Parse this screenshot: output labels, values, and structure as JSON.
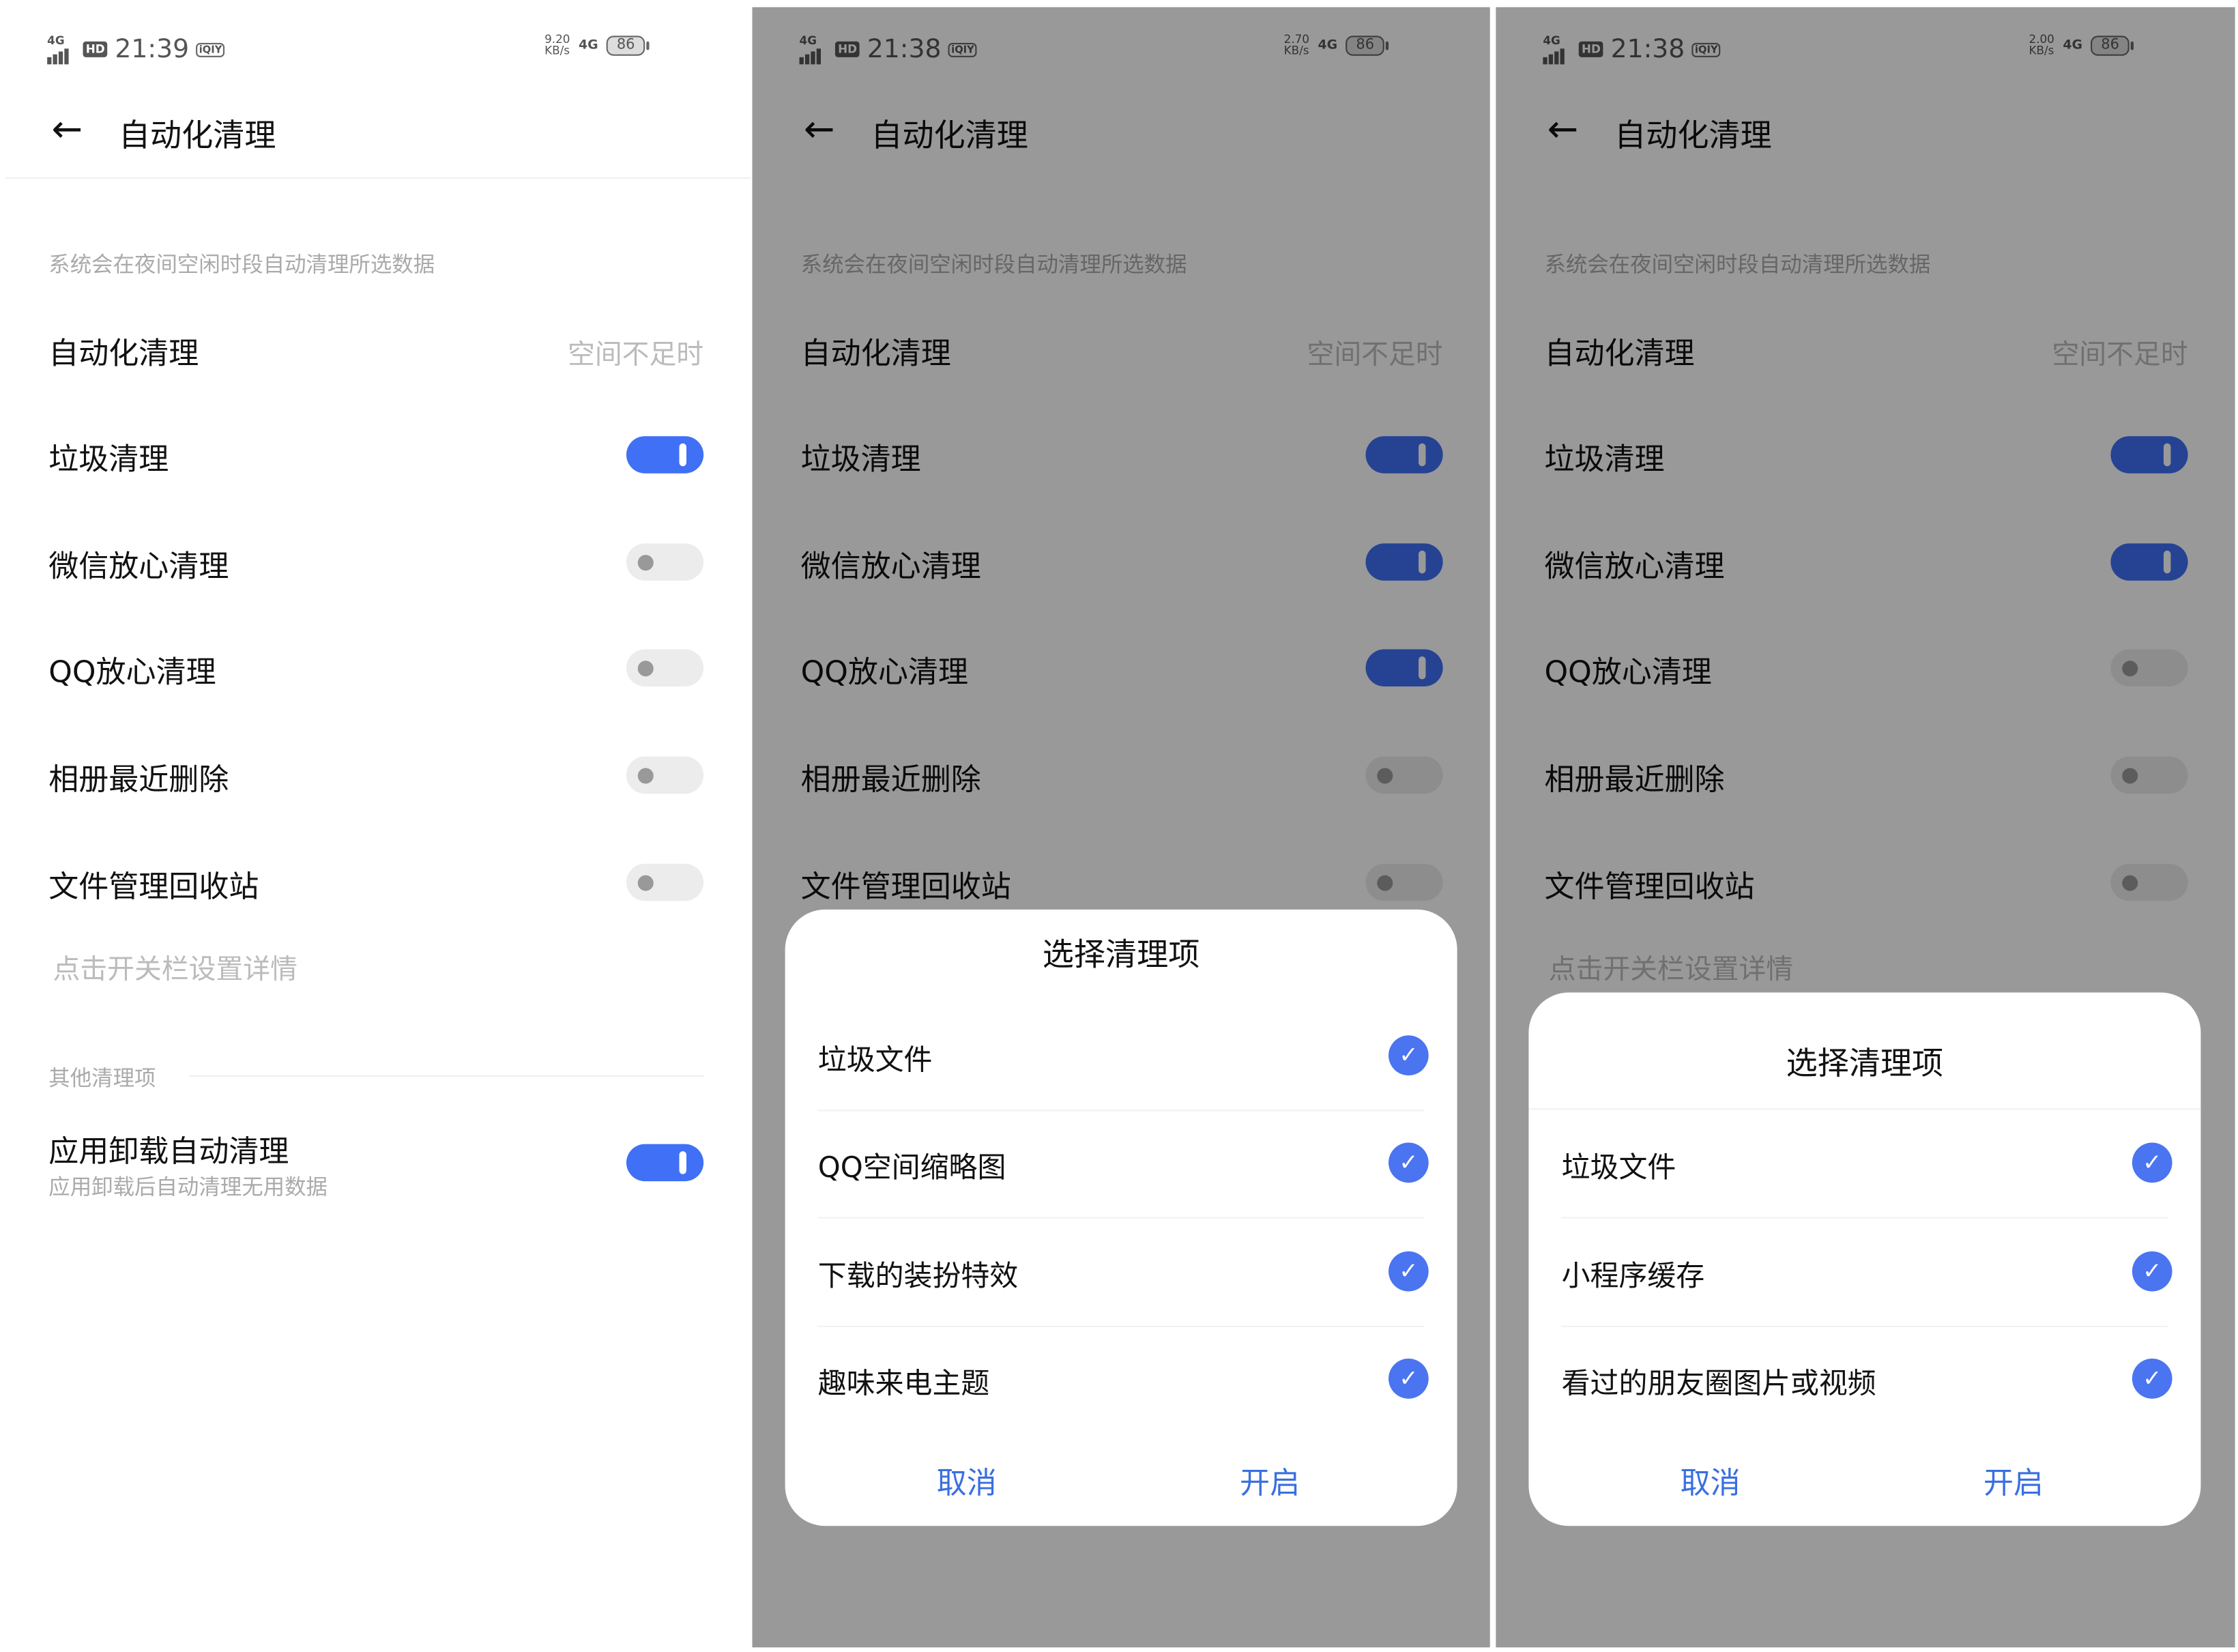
{
  "colors": {
    "accent": "#4070f5",
    "check": "#4a74f0",
    "button_text": "#3a6fe0",
    "dim_overlay": "rgba(0,0,0,0.4)"
  },
  "panels": [
    {
      "status": {
        "network": "4G",
        "hd": "HD",
        "time": "21:39",
        "app_icon": "iQIY",
        "speed_value": "9.20",
        "speed_unit": "KB/s",
        "net_type": "4G",
        "battery": "86"
      },
      "header": {
        "back_icon": "arrow-left-icon",
        "title": "自动化清理"
      },
      "description": "系统会在夜间空闲时段自动清理所选数据",
      "auto_clean": {
        "label": "自动化清理",
        "value": "空间不足时"
      },
      "toggles": [
        {
          "label": "垃圾清理",
          "on": true
        },
        {
          "label": "微信放心清理",
          "on": false
        },
        {
          "label": "QQ放心清理",
          "on": false
        },
        {
          "label": "相册最近删除",
          "on": false
        },
        {
          "label": "文件管理回收站",
          "on": false
        }
      ],
      "hint": "点击开关栏设置详情",
      "other_section": "其他清理项",
      "uninstall": {
        "label": "应用卸载自动清理",
        "subtitle": "应用卸载后自动清理无用数据",
        "on": true
      },
      "dialog": null
    },
    {
      "status": {
        "network": "4G",
        "hd": "HD",
        "time": "21:38",
        "app_icon": "iQIY",
        "speed_value": "2.70",
        "speed_unit": "KB/s",
        "net_type": "4G",
        "battery": "86"
      },
      "header": {
        "back_icon": "arrow-left-icon",
        "title": "自动化清理"
      },
      "description": "系统会在夜间空闲时段自动清理所选数据",
      "auto_clean": {
        "label": "自动化清理",
        "value": "空间不足时"
      },
      "toggles": [
        {
          "label": "垃圾清理",
          "on": true
        },
        {
          "label": "微信放心清理",
          "on": true
        },
        {
          "label": "QQ放心清理",
          "on": true
        },
        {
          "label": "相册最近删除",
          "on": false
        },
        {
          "label": "文件管理回收站",
          "on": false
        }
      ],
      "hint": null,
      "other_section": null,
      "uninstall": null,
      "dialog": {
        "title": "选择清理项",
        "items": [
          {
            "label": "垃圾文件",
            "checked": true
          },
          {
            "label": "QQ空间缩略图",
            "checked": true
          },
          {
            "label": "下载的装扮特效",
            "checked": true
          },
          {
            "label": "趣味来电主题",
            "checked": true
          }
        ],
        "cancel": "取消",
        "confirm": "开启"
      }
    },
    {
      "status": {
        "network": "4G",
        "hd": "HD",
        "time": "21:38",
        "app_icon": "iQIY",
        "speed_value": "2.00",
        "speed_unit": "KB/s",
        "net_type": "4G",
        "battery": "86"
      },
      "header": {
        "back_icon": "arrow-left-icon",
        "title": "自动化清理"
      },
      "description": "系统会在夜间空闲时段自动清理所选数据",
      "auto_clean": {
        "label": "自动化清理",
        "value": "空间不足时"
      },
      "toggles": [
        {
          "label": "垃圾清理",
          "on": true
        },
        {
          "label": "微信放心清理",
          "on": true
        },
        {
          "label": "QQ放心清理",
          "on": false
        },
        {
          "label": "相册最近删除",
          "on": false
        },
        {
          "label": "文件管理回收站",
          "on": false
        }
      ],
      "hint": "点击开关栏设置详情",
      "other_section": null,
      "uninstall": null,
      "dialog": {
        "title": "选择清理项",
        "items": [
          {
            "label": "垃圾文件",
            "checked": true
          },
          {
            "label": "小程序缓存",
            "checked": true
          },
          {
            "label": "看过的朋友圈图片或视频",
            "checked": true
          }
        ],
        "cancel": "取消",
        "confirm": "开启"
      }
    }
  ]
}
